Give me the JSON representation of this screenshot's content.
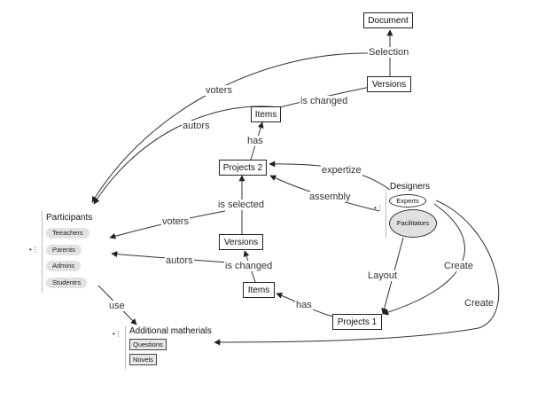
{
  "nodes": {
    "document": "Document",
    "versions_top": "Versions",
    "items_top": "Items",
    "projects2": "Projects 2",
    "versions_mid": "Versions",
    "items_bottom": "Items",
    "projects1": "Projects 1"
  },
  "edges": {
    "selection": "Selection",
    "voters_top": "voters",
    "is_changed_top": "is changed",
    "autors_top": "autors",
    "has_top": "has",
    "expertize": "expertize",
    "assembly": "assembly",
    "is_selected": "is selected",
    "voters_mid": "voters",
    "autors_mid": "autors",
    "is_changed_mid": "is changed",
    "layout": "Layout",
    "create_1": "Create",
    "create_2": "Create",
    "has_bottom": "has",
    "use": "use"
  },
  "participants": {
    "title": "Participants",
    "members": [
      "Teeachers",
      "Parents",
      "Admins",
      "Studentrs"
    ]
  },
  "designers": {
    "title": "Designers",
    "members": [
      "Experts",
      "Facilitators"
    ]
  },
  "materials": {
    "title": "Additional matherials",
    "items": [
      "Questions",
      "Novels"
    ]
  },
  "icons": {
    "group_handle": "drag-handle-icon"
  }
}
